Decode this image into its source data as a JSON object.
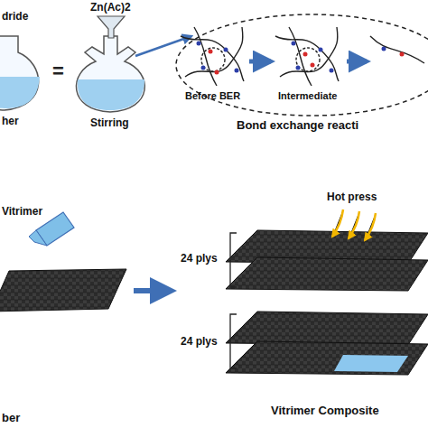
{
  "diagram": {
    "labels": [
      "dride",
      "her",
      "Zn(Ac)2",
      "Stirring",
      "Before BER",
      "Intermediate",
      "Bond exchange reacti",
      "Vitrimer",
      "ber",
      "24 plys",
      "24 plys",
      "Hot press",
      "Vitrimer Composite"
    ]
  }
}
